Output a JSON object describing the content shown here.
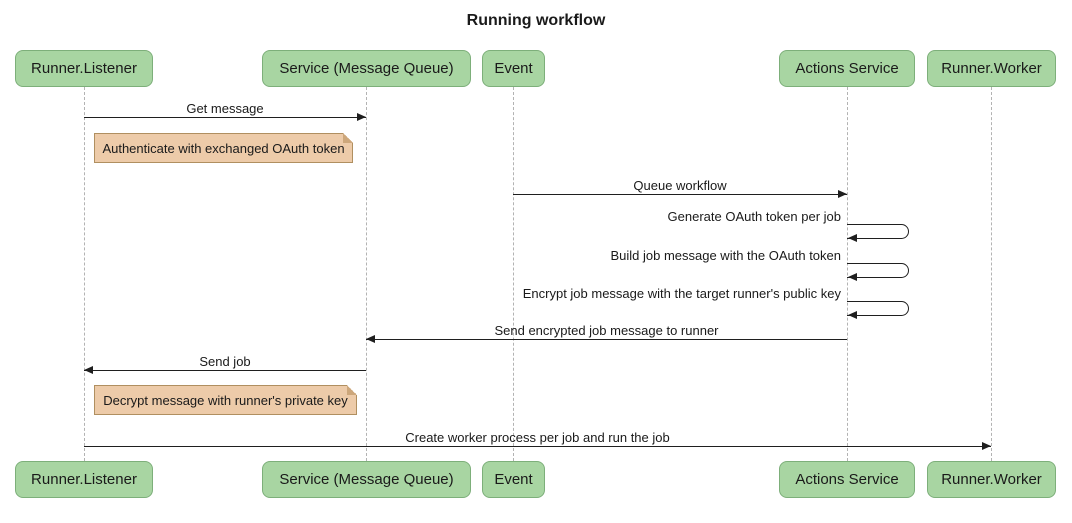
{
  "title": "Running workflow",
  "participants": [
    {
      "label": "Runner.Listener"
    },
    {
      "label": "Service (Message Queue)"
    },
    {
      "label": "Event"
    },
    {
      "label": "Actions Service"
    },
    {
      "label": "Runner.Worker"
    }
  ],
  "messages": [
    {
      "label": "Get message",
      "from": "Runner.Listener",
      "to": "Service (Message Queue)",
      "type": "arrow-right"
    },
    {
      "label": "Queue workflow",
      "from": "Event",
      "to": "Actions Service",
      "type": "arrow-right"
    },
    {
      "label": "Generate OAuth token per job",
      "from": "Actions Service",
      "to": "Actions Service",
      "type": "self-loop"
    },
    {
      "label": "Build job message with the OAuth token",
      "from": "Actions Service",
      "to": "Actions Service",
      "type": "self-loop"
    },
    {
      "label": "Encrypt job message with the target runner's public key",
      "from": "Actions Service",
      "to": "Actions Service",
      "type": "self-loop"
    },
    {
      "label": "Send encrypted job message to runner",
      "from": "Actions Service",
      "to": "Service (Message Queue)",
      "type": "arrow-left"
    },
    {
      "label": "Send job",
      "from": "Service (Message Queue)",
      "to": "Runner.Listener",
      "type": "arrow-left"
    },
    {
      "label": "Create worker process per job and run the job",
      "from": "Runner.Listener",
      "to": "Runner.Worker",
      "type": "arrow-right"
    }
  ],
  "notes": [
    {
      "label": "Authenticate with exchanged OAuth token",
      "anchor": "Runner.Listener"
    },
    {
      "label": "Decrypt message with runner's private key",
      "anchor": "Runner.Listener"
    }
  ],
  "colors": {
    "participant_fill": "#A8D5A2",
    "participant_border": "#7DAF7A",
    "note_fill": "#EDCBA9",
    "note_border": "#B08F60",
    "line": "#1F1F1F",
    "lifeline": "#B3B3B3",
    "text": "#1A1A1A"
  }
}
